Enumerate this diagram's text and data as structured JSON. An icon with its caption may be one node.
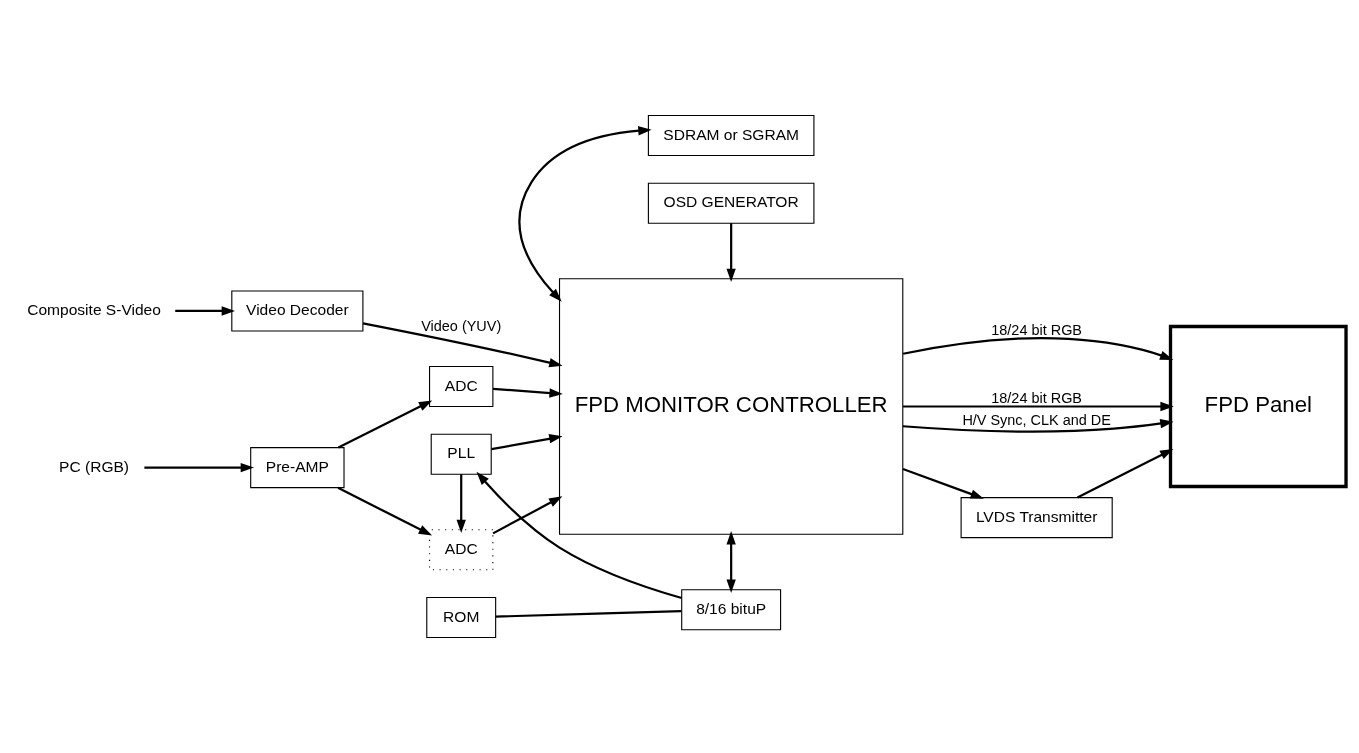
{
  "diagram": {
    "nodes": [
      {
        "text": [
          "Composite S-Video"
        ]
      },
      {
        "text": [
          "Video Decoder"
        ]
      },
      {
        "text": [
          "PC (RGB)"
        ]
      },
      {
        "text": [
          "Pre-AMP"
        ]
      },
      {
        "text": [
          "ADC"
        ]
      },
      {
        "text": [
          "ADC"
        ]
      },
      {
        "text": [
          "PLL"
        ]
      },
      {
        "text": [
          "SDRAM or SGRAM"
        ]
      },
      {
        "text": [
          "FPD MONITOR CONTROLLER"
        ]
      },
      {
        "text": [
          "LVDS Transmitter"
        ]
      },
      {
        "text": [
          "FPD Panel"
        ]
      },
      {
        "text": [
          "ROM"
        ]
      },
      {
        "text": [
          "8/16 bituP"
        ]
      },
      {
        "text": [
          "OSD GENERATOR"
        ]
      }
    ],
    "edges": [
      {
        "from": 0,
        "to": 1,
        "arrow": "to"
      },
      {
        "from": 1,
        "to": 8,
        "arrow": "to",
        "label": "Video (YUV)"
      },
      {
        "from": 2,
        "to": 3,
        "arrow": "to"
      },
      {
        "from": 3,
        "to": 4,
        "arrow": "to"
      },
      {
        "from": 3,
        "to": 5,
        "arrow": "to"
      },
      {
        "from": 4,
        "to": 8,
        "arrow": "to"
      },
      {
        "from": 5,
        "to": 8,
        "arrow": "to"
      },
      {
        "from": 6,
        "to": 5,
        "arrow": "to"
      },
      {
        "from": 6,
        "to": 8,
        "arrow": "to"
      },
      {
        "from": 12,
        "to": 6,
        "arrow": "to"
      },
      {
        "from": 7,
        "to": 8,
        "arrow": "both"
      },
      {
        "from": 8,
        "to": 12,
        "arrow": "both"
      },
      {
        "from": 13,
        "to": 8,
        "arrow": "to"
      },
      {
        "from": 11,
        "to": 12,
        "arrow": "none"
      },
      {
        "from": 8,
        "to": 10,
        "arrow": "to",
        "label": "18/24 bit RGB"
      },
      {
        "from": 8,
        "to": 10,
        "arrow": "to",
        "label": "18/24 bit RGB"
      },
      {
        "from": 8,
        "to": 10,
        "arrow": "to",
        "label": "H/V Sync, CLK and DE"
      },
      {
        "from": 8,
        "to": 9,
        "arrow": "to"
      },
      {
        "from": 9,
        "to": 10,
        "arrow": "to"
      }
    ]
  }
}
